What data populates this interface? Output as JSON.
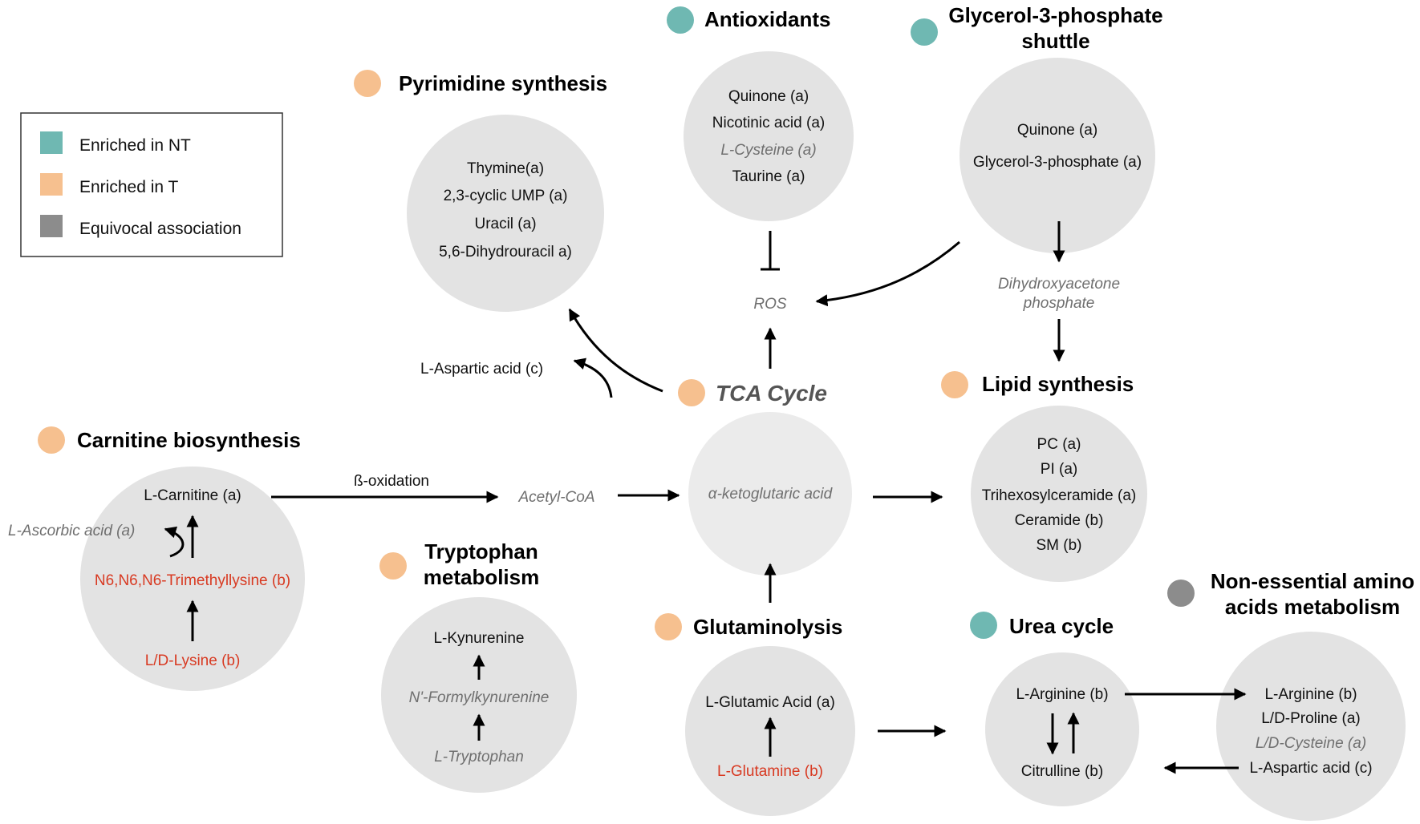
{
  "colors": {
    "enriched_nt": "#6fb8b2",
    "enriched_t": "#f6c08f",
    "equivocal": "#8c8c8c",
    "circle_fill": "#e3e3e3",
    "red_text": "#d83a22",
    "gray_text": "#6f6f6f"
  },
  "legend": {
    "items": [
      {
        "label": "Enriched in NT",
        "color": "#6fb8b2"
      },
      {
        "label": "Enriched in T",
        "color": "#f6c08f"
      },
      {
        "label": "Equivocal association",
        "color": "#8c8c8c"
      }
    ]
  },
  "pathways": {
    "antioxidants": {
      "title": "Antioxidants",
      "status": "Enriched in NT",
      "items": [
        "Quinone (a)",
        "Nicotinic acid (a)",
        "L-Cysteine (a)",
        "Taurine (a)"
      ]
    },
    "glycerol": {
      "title_line1": "Glycerol-3-phosphate",
      "title_line2": "shuttle",
      "status": "Enriched in NT",
      "items": [
        "Quinone (a)",
        "Glycerol-3-phosphate (a)"
      ]
    },
    "pyrimidine": {
      "title": "Pyrimidine synthesis",
      "status": "Enriched in T",
      "items": [
        "Thymine(a)",
        "2,3-cyclic UMP (a)",
        "Uracil (a)",
        "5,6-Dihydrouracil a)"
      ]
    },
    "tca": {
      "title": "TCA Cycle",
      "status": "Enriched in T",
      "items": [
        "α-ketoglutaric acid"
      ]
    },
    "lipid": {
      "title": "Lipid synthesis",
      "status": "Enriched in T",
      "items": [
        "PC (a)",
        "PI (a)",
        "Trihexosylceramide (a)",
        "Ceramide (b)",
        "SM (b)"
      ]
    },
    "carnitine": {
      "title": "Carnitine biosynthesis",
      "status": "Enriched in T",
      "items": [
        "L-Carnitine (a)",
        "N6,N6,N6-Trimethyllysine (b)",
        "L/D-Lysine (b)"
      ]
    },
    "tryptophan": {
      "title_line1": "Tryptophan",
      "title_line2": "metabolism",
      "status": "Enriched in T",
      "items": [
        "L-Kynurenine",
        "N'-Formylkynurenine",
        "L-Tryptophan"
      ]
    },
    "glutaminolysis": {
      "title": "Glutaminolysis",
      "status": "Enriched in T",
      "items": [
        "L-Glutamic Acid (a)",
        "L-Glutamine  (b)"
      ]
    },
    "urea": {
      "title": "Urea cycle",
      "status": "Enriched in NT",
      "items": [
        "L-Arginine (b)",
        "Citrulline (b)"
      ]
    },
    "nonessential": {
      "title_line1": "Non-essential amino",
      "title_line2": "acids metabolism",
      "status": "Equivocal association",
      "items": [
        "L-Arginine (b)",
        "L/D-Proline (a)",
        "L/D-Cysteine (a)",
        "L-Aspartic acid (c)"
      ]
    }
  },
  "intermediates": {
    "ros": "ROS",
    "dhap_line1": "Dihydroxyacetone",
    "dhap_line2": "phosphate",
    "aspartic": "L-Aspartic acid (c)",
    "acetyl_coa": "Acetyl-CoA",
    "beta_oxidation": "ß-oxidation",
    "ascorbic": "L-Ascorbic acid (a)"
  }
}
